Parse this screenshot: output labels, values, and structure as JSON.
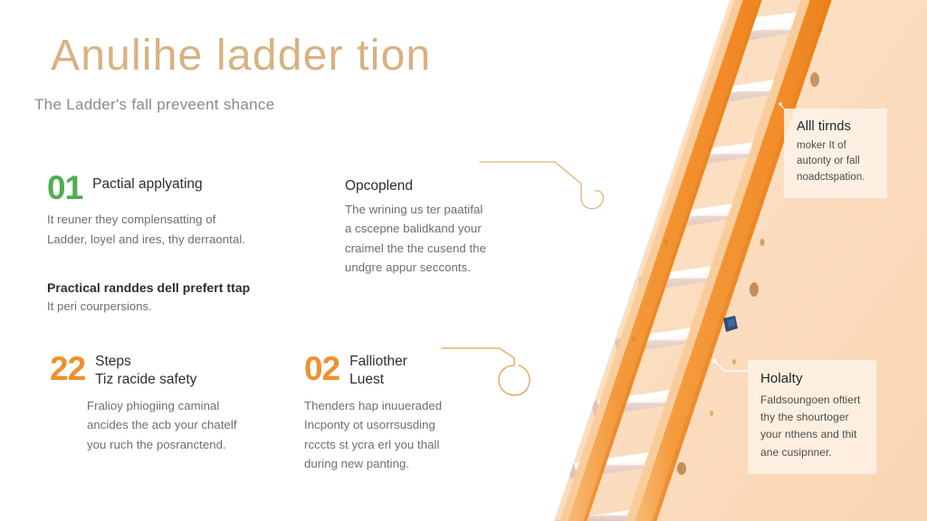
{
  "header": {
    "title": "Anulihe ladder tion",
    "subtitle": "The Ladder's fall preveent shance",
    "title_color": "#d9b182",
    "subtitle_color": "#8a8a8a"
  },
  "palette": {
    "green": "#4faf50",
    "orange": "#f0902e",
    "rail_orange": "#f28c28",
    "rail_light": "#f7c083",
    "panel_bg": "#fae0c3",
    "rung_white": "#fdfbfa",
    "rung_shadow": "#e8cfc9",
    "card_bg": "#fdf3e8",
    "connector": "#d9b875",
    "marker_blue": "#2c4b7c",
    "text_dark": "#2e2e2e",
    "text_muted": "#6e6e6e"
  },
  "blocks": [
    {
      "id": "block-01",
      "number": "01",
      "number_color": "green",
      "heading": [
        "Pactial applyating"
      ],
      "body": [
        "It reuner they complensatting of",
        "Ladder, loyel and ires, thy derraontal."
      ]
    },
    {
      "id": "block-opcoplend",
      "number": "",
      "number_color": "none",
      "heading": [
        "Opcoplend"
      ],
      "body": [
        "The wrining us ter paatifal",
        "a cscepne balidkand your",
        "craimel the the cusend the",
        "undgre appur secconts."
      ]
    },
    {
      "id": "block-22",
      "number": "22",
      "number_color": "orange",
      "heading": [
        "Steps",
        "Tiz racide safety"
      ],
      "body": [
        "Fralioy phiogiing caminal",
        "ancides the acb your chatelf",
        "you ruch the posranctend."
      ]
    },
    {
      "id": "block-02",
      "number": "02",
      "number_color": "orange",
      "heading": [
        "Falliother",
        "Luest"
      ],
      "body": [
        "Thenders hap inuueraded",
        "Incponty ot usorrsusding",
        "rcccts st ycra erl you thall",
        "during new panting."
      ]
    }
  ],
  "sub_block": {
    "heading": "Practical randdes dell prefert ttap",
    "line": "It peri courpersions."
  },
  "callouts": [
    {
      "id": "callout-top",
      "title": "Alll tirnds",
      "lines": [
        "moker It of",
        "autonty or fall",
        "noadctspation."
      ]
    },
    {
      "id": "callout-bottom",
      "title": "Holalty",
      "lines": [
        "Faldsoungoen oftiert",
        "thy the shourtoger",
        "your nthens and thit",
        "ane cusipnner."
      ]
    }
  ],
  "illustration": {
    "name": "tilted-ladder",
    "rung_count": 8,
    "rail_count": 2,
    "has_blue_marker": true
  }
}
